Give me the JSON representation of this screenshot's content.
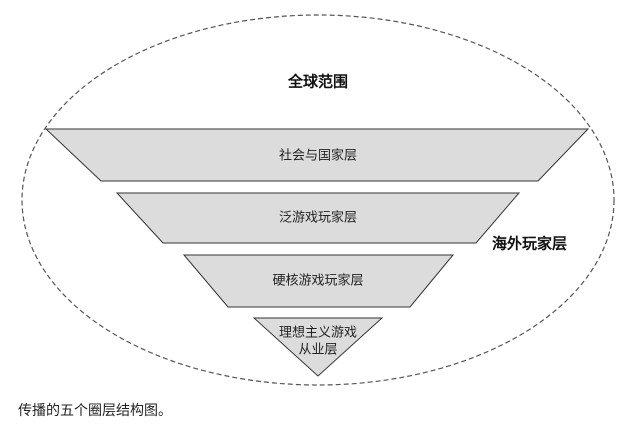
{
  "diagram": {
    "global_label": "全球范围",
    "overseas_label": "海外玩家层",
    "layers": [
      {
        "label": "社会与国家层"
      },
      {
        "label": "泛游戏玩家层"
      },
      {
        "label": "硬核游戏玩家层"
      },
      {
        "label_line1": "理想主义游戏",
        "label_line2": "从业层"
      }
    ],
    "colors": {
      "layer_fill": "#dcdcdc",
      "outline": "#333333"
    }
  },
  "caption": "传播的五个圈层结构图。"
}
